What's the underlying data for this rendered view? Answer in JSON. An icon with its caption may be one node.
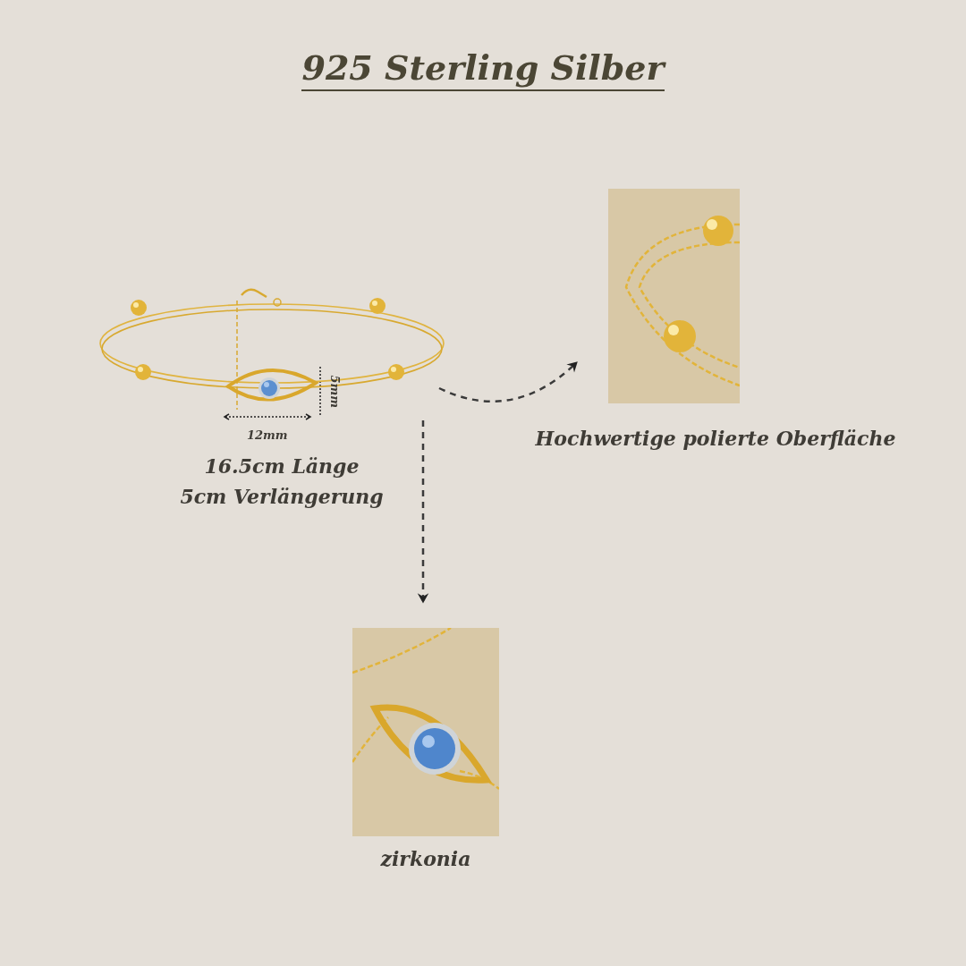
{
  "diagram": {
    "title": "925 Sterling Silber",
    "nodes": [
      {
        "text": [],
        "shape": "picture",
        "beside": [
          "16.5cm Länge",
          "5cm Verlängerung"
        ]
      },
      {
        "text": [],
        "shape": "picture",
        "beside": [
          "Hochwertige polierte Oberfläche"
        ]
      },
      {
        "text": [],
        "shape": "picture",
        "beside": [
          "zirkonia"
        ]
      }
    ],
    "edges": [
      {
        "from": 0,
        "to": 1,
        "arrow": "to",
        "style": "dashed"
      },
      {
        "from": 0,
        "to": 2,
        "arrow": "to",
        "style": "dashed"
      }
    ],
    "labels": [
      "12mm",
      "5mm"
    ]
  }
}
